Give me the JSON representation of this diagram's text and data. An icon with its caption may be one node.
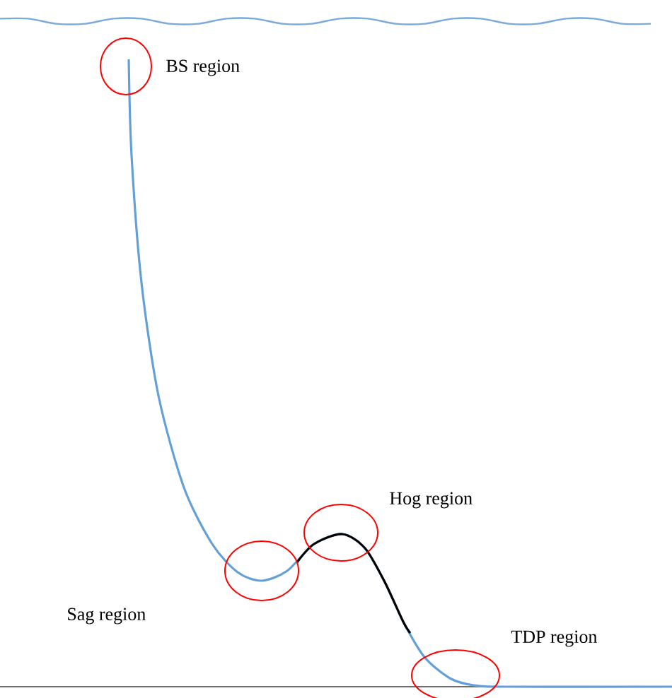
{
  "diagram": {
    "nodes": [
      {
        "text": [
          "BS region"
        ]
      },
      {
        "text": [
          "Sag region"
        ]
      },
      {
        "text": [
          "Hog region"
        ]
      },
      {
        "text": [
          "TDP region"
        ]
      }
    ]
  }
}
